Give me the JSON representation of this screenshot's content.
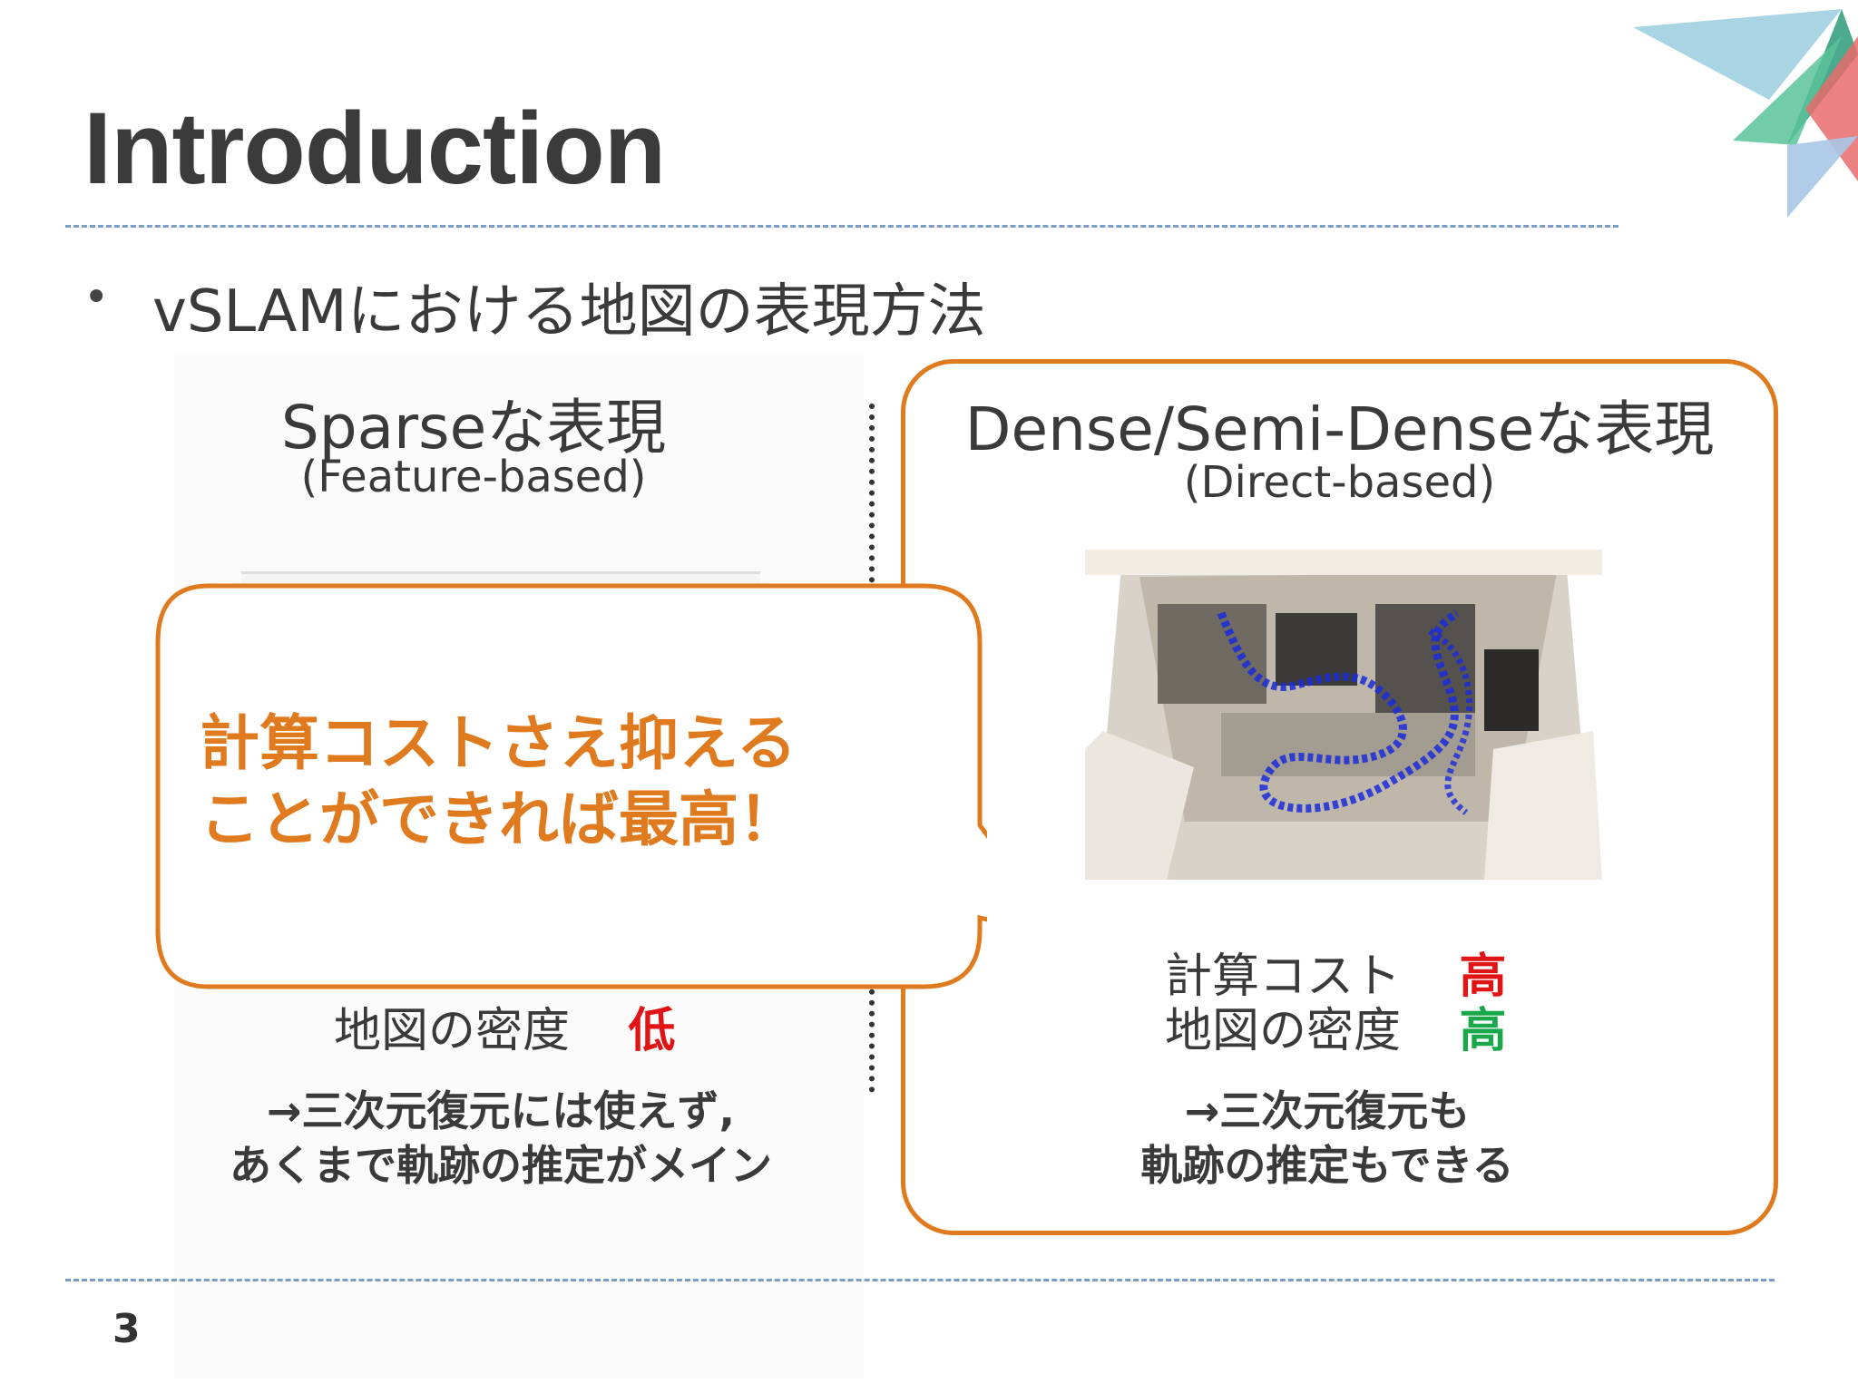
{
  "slide": {
    "title": "Introduction",
    "bullet": "vSLAMにおける地図の表現方法",
    "page_number": "3"
  },
  "left": {
    "title": "Sparseな表現",
    "subtitle": "(Feature-based)",
    "density_label": "地図の密度",
    "density_value": "低",
    "conclusion_line1": "→三次元復元には使えず,",
    "conclusion_line2": "あくまで軌跡の推定がメイン"
  },
  "right": {
    "title": "Dense/Semi-Denseな表現",
    "subtitle": "(Direct-based)",
    "cost_label": "計算コスト",
    "cost_value": "高",
    "density_label": "地図の密度",
    "density_value": "高",
    "conclusion_line1": "→三次元復元も",
    "conclusion_line2": "軌跡の推定もできる"
  },
  "callout": {
    "line1": "計算コストさえ抑える",
    "line2": "ことができれば最高！"
  },
  "colors": {
    "accent_orange": "#e07a1f",
    "high_red": "#e01414",
    "high_green": "#1aa84b",
    "low_red": "#e01414",
    "divider_blue": "#7a9cc6"
  },
  "icons": {
    "corner_logo": "star-shape-logo"
  }
}
